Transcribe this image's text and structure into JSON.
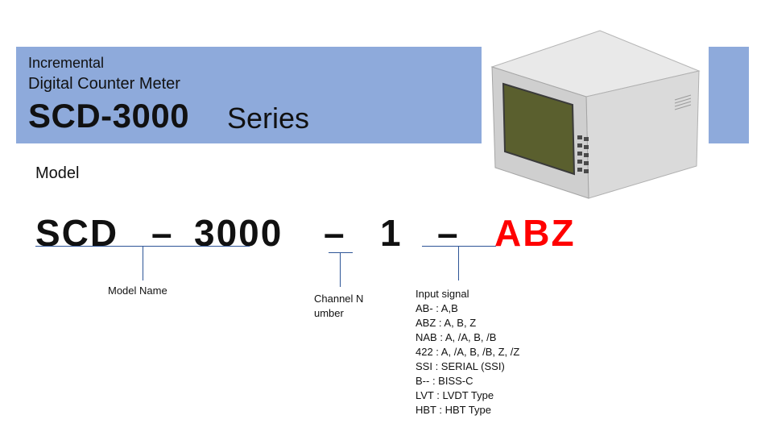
{
  "header": {
    "subtitle_line1": "Incremental",
    "subtitle_line2": "Digital Counter Meter",
    "title_bold": "SCD-3000",
    "title_suffix": "Series"
  },
  "colors": {
    "banner": "#8eaadb",
    "accent_red": "#ff0000",
    "line_blue": "#2e5597"
  },
  "model": {
    "heading": "Model",
    "segments": [
      "SCD",
      "–",
      "3000",
      "–",
      "1",
      "–",
      "ABZ"
    ]
  },
  "labels": {
    "model_name": "Model Name",
    "channel_number_line1": "Channel N",
    "channel_number_line2": "umber",
    "input_signal_title": "Input signal",
    "input_signal_options": [
      "AB- : A,B",
      "ABZ : A, B, Z",
      "NAB : A, /A, B, /B",
      "422 : A, /A, B, /B, Z, /Z",
      "SSI : SERIAL (SSI)",
      "B-- : BISS-C",
      "LVT : LVDT Type",
      "HBT : HBT Type"
    ]
  }
}
